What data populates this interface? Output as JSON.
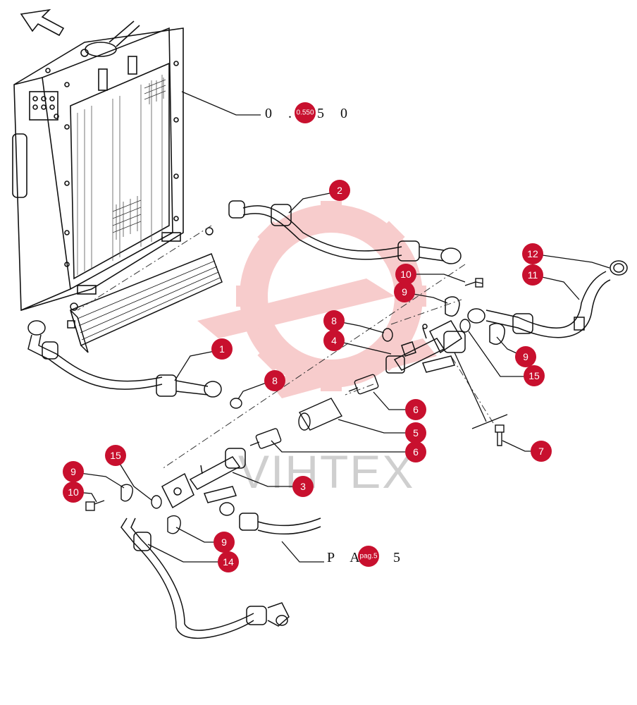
{
  "diagram": {
    "watermark": "VIHTEX",
    "callouts": [
      {
        "id": "c1",
        "label": "1"
      },
      {
        "id": "c2",
        "label": "2"
      },
      {
        "id": "c3",
        "label": "3"
      },
      {
        "id": "c4",
        "label": "4"
      },
      {
        "id": "c5",
        "label": "5"
      },
      {
        "id": "c6a",
        "label": "6"
      },
      {
        "id": "c6b",
        "label": "6"
      },
      {
        "id": "c7",
        "label": "7"
      },
      {
        "id": "c8a",
        "label": "8"
      },
      {
        "id": "c8b",
        "label": "8"
      },
      {
        "id": "c9a",
        "label": "9"
      },
      {
        "id": "c9b",
        "label": "9"
      },
      {
        "id": "c9c",
        "label": "9"
      },
      {
        "id": "c9d",
        "label": "9"
      },
      {
        "id": "c10a",
        "label": "10"
      },
      {
        "id": "c10b",
        "label": "10"
      },
      {
        "id": "c11",
        "label": "11"
      },
      {
        "id": "c12",
        "label": "12"
      },
      {
        "id": "c14",
        "label": "14"
      },
      {
        "id": "c15a",
        "label": "15"
      },
      {
        "id": "c15b",
        "label": "15"
      }
    ],
    "references": [
      {
        "id": "ref-radiator",
        "prefix": "0 .",
        "badge": "0.550",
        "suffix": "5 0"
      },
      {
        "id": "ref-page",
        "prefix": "P A",
        "badge": "pag.5",
        "suffix": "5"
      }
    ],
    "colors": {
      "badge": "#c8102e",
      "line": "#111111",
      "watermark": "#f2a3a3"
    }
  }
}
